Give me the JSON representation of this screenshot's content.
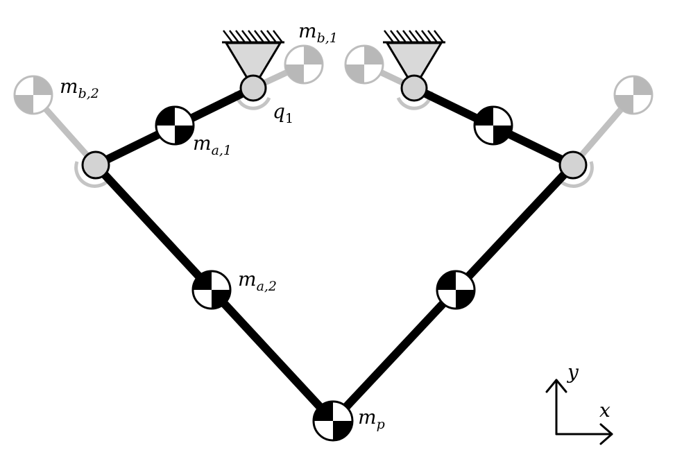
{
  "diagram": {
    "labels": {
      "mb1": {
        "base": "m",
        "sub": "b,1"
      },
      "mb2": {
        "base": "m",
        "sub": "b,2"
      },
      "ma1": {
        "base": "m",
        "sub": "a,1"
      },
      "ma2": {
        "base": "m",
        "sub": "a,2"
      },
      "q1": {
        "base": "q",
        "sub": "1"
      },
      "mp": {
        "base": "m",
        "sub": "p"
      }
    },
    "axes": {
      "x": "x",
      "y": "y"
    },
    "colors": {
      "link": "#000000",
      "counterweight_link": "#c0c0c0",
      "joint_fill": "#d3d3d3",
      "ground_fill": "#d9d9d9",
      "mass_dark": "#000000",
      "counterweight_dark": "#b8b8b8"
    }
  }
}
